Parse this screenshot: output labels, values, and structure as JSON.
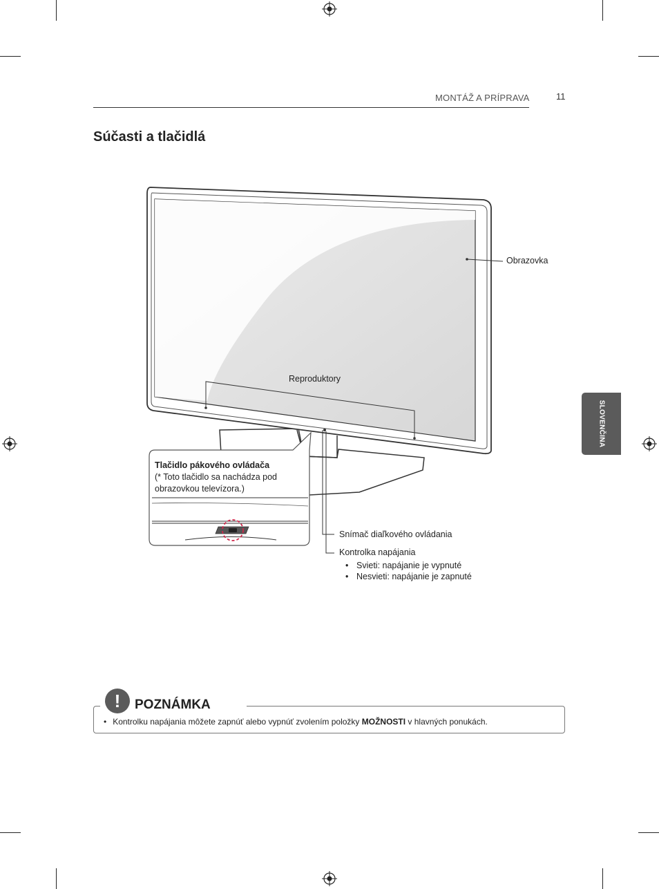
{
  "header": {
    "section": "MONTÁŽ A PRÍPRAVA",
    "page_number": "11"
  },
  "section_title": "Súčasti a tlačidlá",
  "side_tab": {
    "label": "SLOVENČINA"
  },
  "labels": {
    "screen": "Obrazovka",
    "speakers": "Reproduktory",
    "remote_sensor": "Snímač diaľkového ovládania",
    "power_indicator": "Kontrolka napájania"
  },
  "power_indicator_states": [
    "Svieti: napájanie je vypnuté",
    "Nesvieti: napájanie je zapnuté"
  ],
  "callout": {
    "title": "Tlačidlo pákového ovládača",
    "line1": "(* Toto tlačidlo sa nachádza pod",
    "line2": "obrazovkou televízora.)"
  },
  "note": {
    "icon": "exclamation-icon",
    "title": "POZNÁMKA",
    "text_before": "Kontrolku napájania môžete zapnúť alebo vypnúť zvolením položky ",
    "text_bold": "MOŽNOSTI",
    "text_after": " v hlavných ponukách."
  },
  "colors": {
    "tab_bg": "#5b5b5b",
    "highlight": "#d0284b"
  }
}
